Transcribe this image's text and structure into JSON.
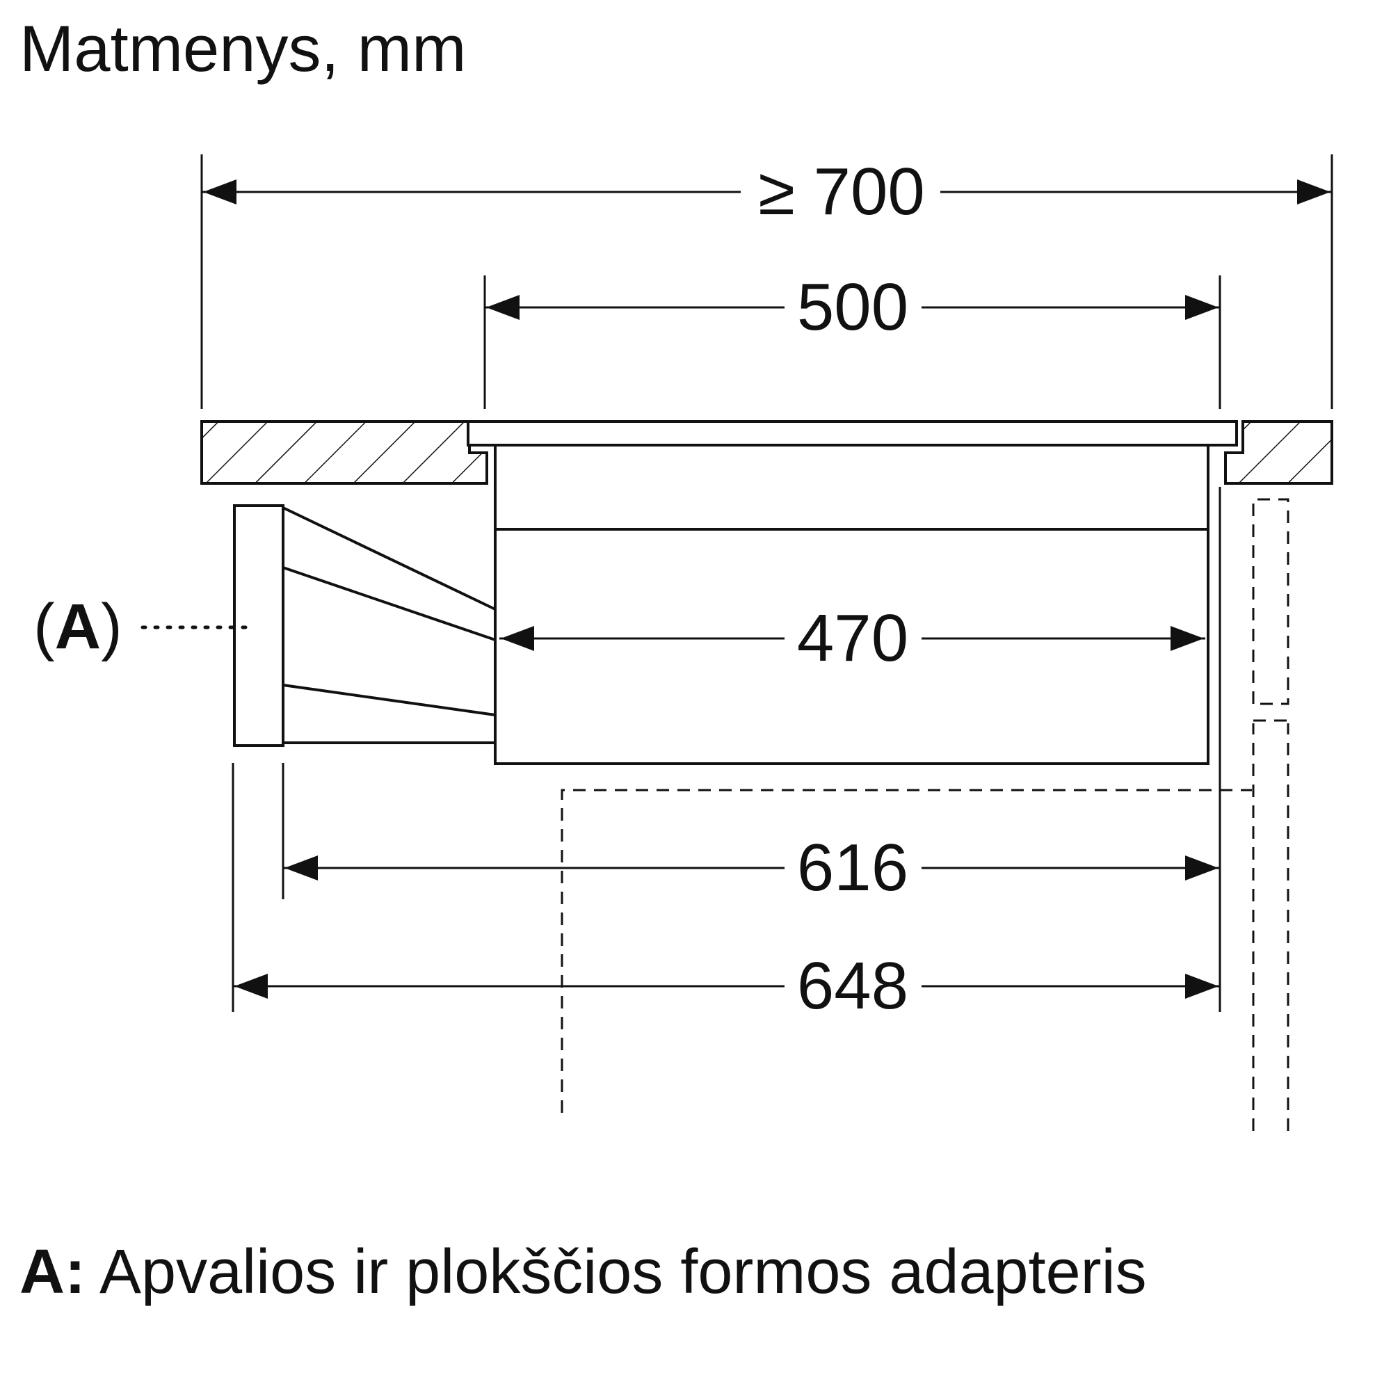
{
  "title": "Matmenys, mm",
  "dimensions": {
    "overall_width": "≥ 700",
    "cutout_width": "500",
    "unit_width": "470",
    "depth_inner": "616",
    "depth_total": "648"
  },
  "callout": {
    "marker_open": "(",
    "marker_letter": "A",
    "marker_close": ")"
  },
  "legend": {
    "key": "A:",
    "text": "Apvalios ir plokščios formos adapteris"
  }
}
